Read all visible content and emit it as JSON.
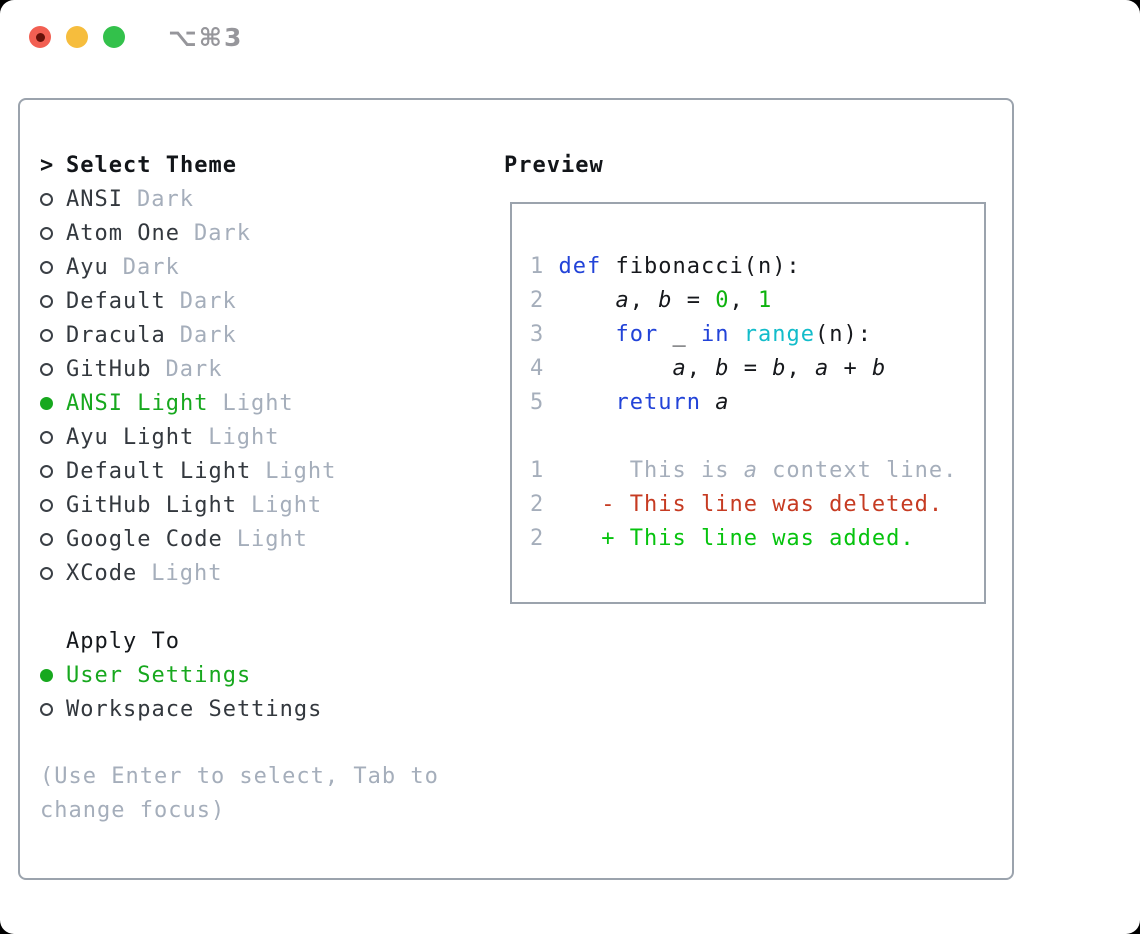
{
  "window": {
    "shortcut_label": "⌥⌘3"
  },
  "theme_panel": {
    "header_prefix": ">",
    "header": "Select Theme",
    "items": [
      {
        "name": "ANSI",
        "variant": "Dark",
        "selected": false
      },
      {
        "name": "Atom One",
        "variant": "Dark",
        "selected": false
      },
      {
        "name": "Ayu",
        "variant": "Dark",
        "selected": false
      },
      {
        "name": "Default",
        "variant": "Dark",
        "selected": false
      },
      {
        "name": "Dracula",
        "variant": "Dark",
        "selected": false
      },
      {
        "name": "GitHub",
        "variant": "Dark",
        "selected": false
      },
      {
        "name": "ANSI Light",
        "variant": "Light",
        "selected": true
      },
      {
        "name": "Ayu Light",
        "variant": "Light",
        "selected": false
      },
      {
        "name": "Default Light",
        "variant": "Light",
        "selected": false
      },
      {
        "name": "GitHub Light",
        "variant": "Light",
        "selected": false
      },
      {
        "name": "Google Code",
        "variant": "Light",
        "selected": false
      },
      {
        "name": "XCode",
        "variant": "Light",
        "selected": false
      }
    ],
    "apply_to": {
      "header": "Apply To",
      "options": [
        {
          "name": "User Settings",
          "selected": true
        },
        {
          "name": "Workspace Settings",
          "selected": false
        }
      ]
    },
    "help_text": "(Use Enter to select, Tab to change focus)"
  },
  "preview": {
    "header": "Preview",
    "lines": [
      [
        {
          "t": "1 ",
          "c": "ln"
        },
        {
          "t": "def",
          "c": "kw"
        },
        {
          "t": " fibonacci(n):",
          "c": "pl"
        }
      ],
      [
        {
          "t": "2 ",
          "c": "ln"
        },
        {
          "t": "    ",
          "c": "pl"
        },
        {
          "t": "a",
          "c": "var"
        },
        {
          "t": ", ",
          "c": "pl"
        },
        {
          "t": "b",
          "c": "var"
        },
        {
          "t": " = ",
          "c": "pl"
        },
        {
          "t": "0",
          "c": "num"
        },
        {
          "t": ", ",
          "c": "pl"
        },
        {
          "t": "1",
          "c": "num"
        }
      ],
      [
        {
          "t": "3 ",
          "c": "ln"
        },
        {
          "t": "    ",
          "c": "pl"
        },
        {
          "t": "for",
          "c": "kw"
        },
        {
          "t": " _ ",
          "c": "pl"
        },
        {
          "t": "in",
          "c": "kw"
        },
        {
          "t": " ",
          "c": "pl"
        },
        {
          "t": "range",
          "c": "bi"
        },
        {
          "t": "(n):",
          "c": "pl"
        }
      ],
      [
        {
          "t": "4 ",
          "c": "ln"
        },
        {
          "t": "        ",
          "c": "pl"
        },
        {
          "t": "a",
          "c": "var"
        },
        {
          "t": ", ",
          "c": "pl"
        },
        {
          "t": "b",
          "c": "var"
        },
        {
          "t": " = ",
          "c": "pl"
        },
        {
          "t": "b",
          "c": "var"
        },
        {
          "t": ", ",
          "c": "pl"
        },
        {
          "t": "a",
          "c": "var"
        },
        {
          "t": " + ",
          "c": "pl"
        },
        {
          "t": "b",
          "c": "var"
        }
      ],
      [
        {
          "t": "5 ",
          "c": "ln"
        },
        {
          "t": "    ",
          "c": "pl"
        },
        {
          "t": "return",
          "c": "kw"
        },
        {
          "t": " ",
          "c": "pl"
        },
        {
          "t": "a",
          "c": "var"
        }
      ],
      [],
      [
        {
          "t": "1 ",
          "c": "ln"
        },
        {
          "t": "     This is ",
          "c": "ctx"
        },
        {
          "t": "a",
          "c": "ctxv"
        },
        {
          "t": " context line.",
          "c": "ctx"
        }
      ],
      [
        {
          "t": "2 ",
          "c": "ln"
        },
        {
          "t": "   ",
          "c": "pl"
        },
        {
          "t": "- This line was deleted.",
          "c": "del"
        }
      ],
      [
        {
          "t": "2 ",
          "c": "ln"
        },
        {
          "t": "   ",
          "c": "pl"
        },
        {
          "t": "+ This line was added.",
          "c": "add"
        }
      ]
    ]
  },
  "colors": {
    "selection_green": "#17a81e",
    "added_green": "#06c30e",
    "number_green": "#0db20d",
    "deleted_red": "#c63b22",
    "keyword_blue": "#2243d8",
    "builtin_cyan": "#12bcca",
    "muted_gray": "#a5aebb",
    "border_gray": "#9ba3ad",
    "traffic_red": "#f25f52",
    "traffic_yellow": "#f6bd3d",
    "traffic_green": "#33c14b"
  }
}
